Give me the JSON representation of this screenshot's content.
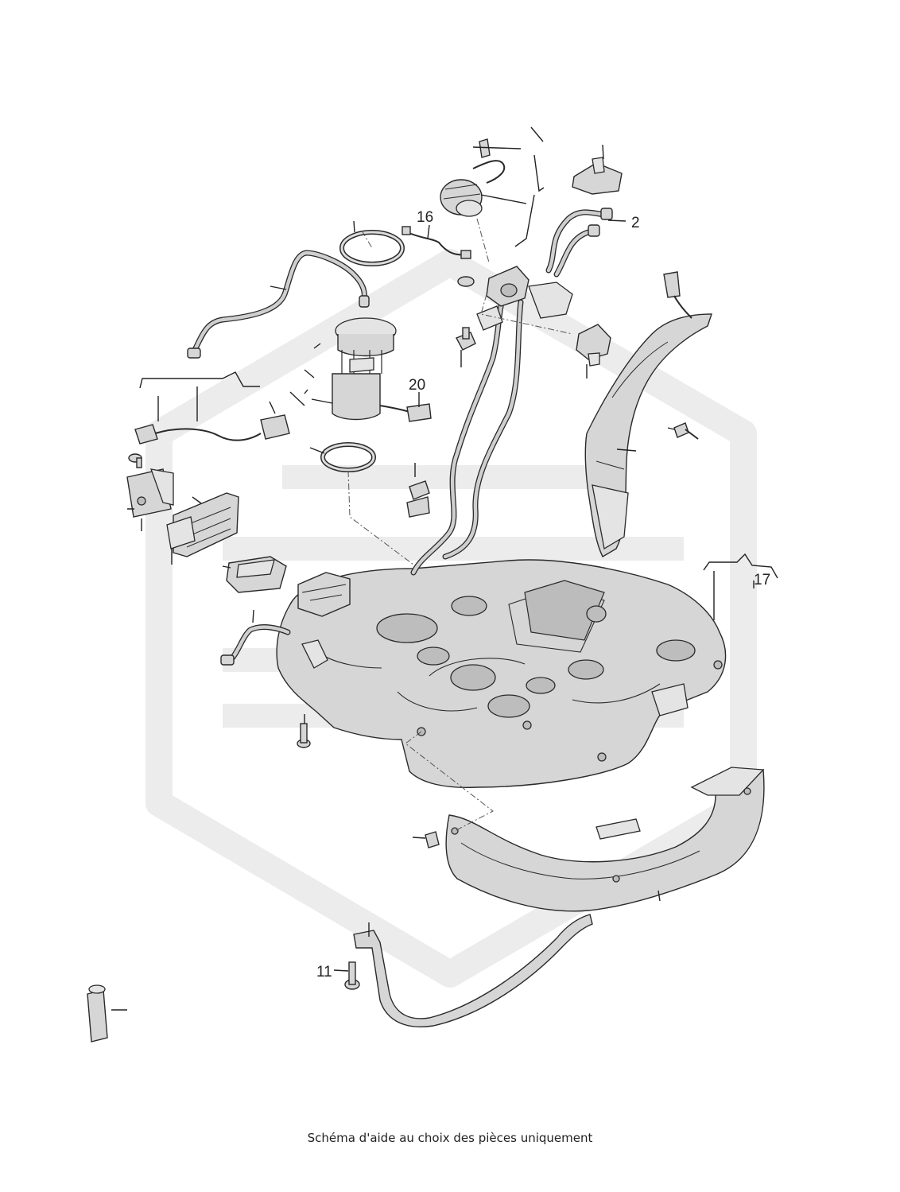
{
  "callouts": {
    "c2": "2",
    "c11": "11",
    "c16": "16",
    "c17": "17",
    "c20": "20"
  },
  "caption": "Schéma d'aide au choix des pièces uniquement",
  "colors": {
    "watermark": "#ececec",
    "part_fill": "#d6d6d6",
    "outline": "#2a2a2a"
  }
}
